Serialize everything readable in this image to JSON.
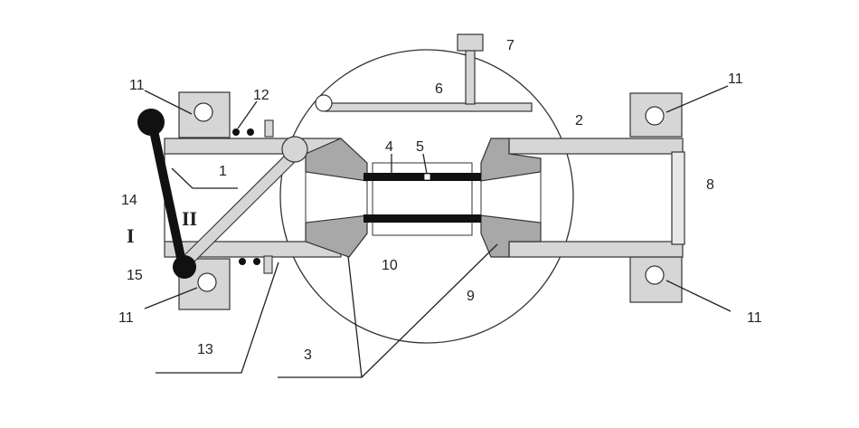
{
  "colors": {
    "light_fill": "#d6d6d6",
    "dark_fill": "#a8a8a8",
    "black_part": "#111111",
    "outline": "#333333",
    "background": "#ffffff"
  },
  "labels": {
    "n1": "1",
    "n2": "2",
    "n3": "3",
    "n4": "4",
    "n5": "5",
    "n6": "6",
    "n7": "7",
    "n8": "8",
    "n9": "9",
    "n10": "10",
    "n11_top_left": "11",
    "n11_top_right": "11",
    "n11_bottom_left": "11",
    "n11_bottom_right": "11",
    "n12": "12",
    "n13": "13",
    "n14": "14",
    "n15": "15",
    "roman_1": "I",
    "roman_2": "II"
  }
}
